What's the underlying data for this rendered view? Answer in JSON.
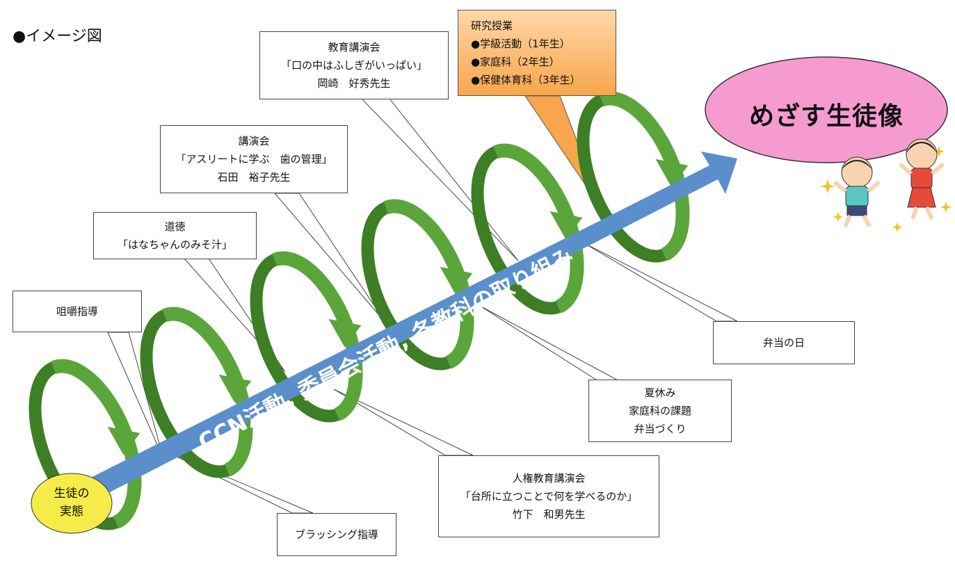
{
  "header": {
    "title": "●イメージ図"
  },
  "arrow": {
    "label": "CCN活動, 委員会活動, 各教科の取り組み",
    "color": "#5a8fcb"
  },
  "spiral": {
    "color": "#5aa63a",
    "dark": "#3d7f24"
  },
  "start": {
    "line1": "生徒の",
    "line2": "実態",
    "color": "#f5ec4a"
  },
  "goal": {
    "label": "めざす生徒像",
    "color": "#f59bd0"
  },
  "callouts": {
    "kenkyu": [
      "研究授業",
      "●学級活動（1年生）",
      "●家庭科（2年生）",
      "●保健体育科（3年生）"
    ],
    "kyoiku": [
      "教育講演会",
      "「口の中はふしぎがいっぱい」",
      "岡崎　好秀先生"
    ],
    "koenkai": [
      "講演会",
      "「アスリートに学ぶ　歯の管理」",
      "石田　裕子先生"
    ],
    "dotoku": [
      "道徳",
      "「はなちゃんのみそ汁」"
    ],
    "soshaku": [
      "咀嚼指導"
    ],
    "brushing": [
      "ブラッシング指導"
    ],
    "jinken": [
      "人権教育講演会",
      "「台所に立つことで何を学べるのか」",
      "竹下　和男先生"
    ],
    "natsuyasumi": [
      "夏休み",
      "家庭科の課題",
      "弁当づくり"
    ],
    "bento": [
      "弁当の日"
    ]
  }
}
